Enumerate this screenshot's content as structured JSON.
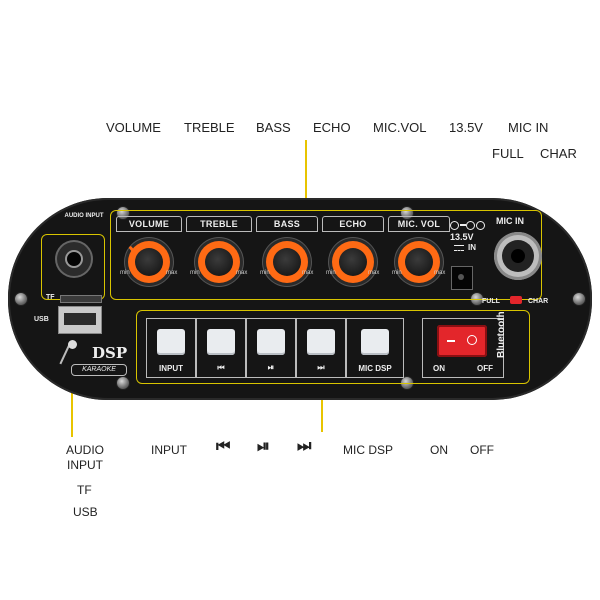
{
  "top_labels": {
    "volume": "VOLUME",
    "treble": "TREBLE",
    "bass": "BASS",
    "echo": "ECHO",
    "mic_vol": "MIC.VOL",
    "dc_in": "13.5V",
    "mic_in": "MIC IN",
    "full": "FULL",
    "char": "CHAR"
  },
  "panel": {
    "audio_input": "AUDIO INPUT",
    "tf": "TF",
    "usb": "USB",
    "brand": "DSP",
    "brand_sub": "KARAOKE",
    "knobs": [
      {
        "label": "VOLUME",
        "min": "min",
        "max": "max"
      },
      {
        "label": "TREBLE",
        "min": "min",
        "max": "max"
      },
      {
        "label": "BASS",
        "min": "min",
        "max": "max"
      },
      {
        "label": "ECHO",
        "min": "min",
        "max": "max"
      },
      {
        "label": "MIC. VOL",
        "min": "min",
        "max": "max"
      }
    ],
    "dc_label_line1": "13.5V",
    "dc_label_line2": "IN",
    "mic_in": "MIC IN",
    "full": "FULL",
    "char": "CHAR",
    "buttons": [
      {
        "label": "INPUT"
      },
      {
        "label": "⏮"
      },
      {
        "label": "⏯"
      },
      {
        "label": "⏭"
      },
      {
        "label": "MIC DSP"
      }
    ],
    "switch_on": "ON",
    "switch_off": "OFF",
    "bluetooth": "Bluetooth"
  },
  "bottom_labels": {
    "audio_input": "AUDIO\nINPUT",
    "tf": "TF",
    "usb": "USB",
    "input": "INPUT",
    "prev": "⏮",
    "play_pause": "⏯",
    "next": "⏭",
    "mic_dsp": "MIC DSP",
    "on": "ON",
    "off": "OFF"
  },
  "colors": {
    "panel": "#151515",
    "knob_accent": "#ff6a14",
    "leader": "#e8c400",
    "switch_red": "#e3262b"
  }
}
